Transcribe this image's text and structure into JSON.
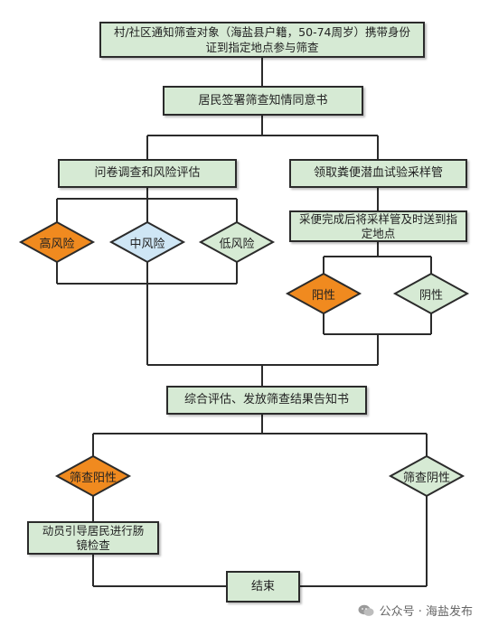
{
  "colors": {
    "box_fill": "#d6ead4",
    "high_risk": "#f08a1f",
    "mid_risk": "#cfe6f5",
    "low_risk": "#d6ead4",
    "positive": "#f08a1f",
    "negative": "#d6ead4",
    "line": "#2b2b2b"
  },
  "steps": {
    "notify": "村/社区通知筛查对象（海盐县户籍，50-74周岁）携带身份证到指定地点参与筛查",
    "consent": "居民签署筛查知情同意书",
    "questionnaire": "问卷调查和风险评估",
    "collect_tube": "领取粪便潜血试验采样管",
    "submit_sample": "采便完成后将采样管及时送到指定地点",
    "evaluate": "综合评估、发放筛查结果告知书",
    "colonoscopy": "动员引导居民进行肠镜检查",
    "end": "结束"
  },
  "decisions": {
    "high_risk": "高风险",
    "mid_risk": "中风险",
    "low_risk": "低风险",
    "positive": "阳性",
    "negative": "阴性",
    "screen_positive": "筛查阳性",
    "screen_negative": "筛查阴性"
  },
  "watermark": {
    "text": "公众号 · 海盐发布",
    "icon": "wechat-icon"
  }
}
